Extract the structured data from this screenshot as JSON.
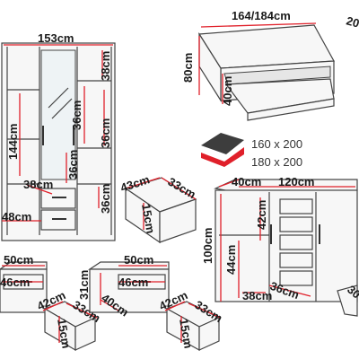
{
  "wardrobe": {
    "width": "153cm",
    "top_shelf": "38cm",
    "door_height": "144cm",
    "side_shelf": "36cm",
    "inner_shelf": "36cm",
    "drawer_width": "38cm",
    "drawer_depth": "36cm",
    "base_width": "48cm"
  },
  "drawer_detail": {
    "width": "43cm",
    "depth": "33cm",
    "height": "15cm"
  },
  "bed": {
    "width": "164/184cm",
    "length": "20",
    "height": "80cm",
    "frame_height": "40cm",
    "sizes": [
      "160 x 200",
      "180 x 200"
    ]
  },
  "sideboard": {
    "depth": "40cm",
    "width": "120cm",
    "height": "100cm",
    "shelf_height": "42cm",
    "lower_height": "44cm",
    "drawer_width": "38cm",
    "drawer_depth": "36cm",
    "extra": "30"
  },
  "nightstand_left": {
    "width": "50cm",
    "drawer_width": "46cm",
    "drawer_detail_w": "42cm",
    "drawer_detail_d": "33cm",
    "drawer_detail_h": "15cm"
  },
  "nightstand_right": {
    "width": "50cm",
    "height": "31cm",
    "depth": "40cm",
    "drawer_width": "46cm",
    "drawer_detail_w": "42cm",
    "drawer_detail_d": "33cm",
    "drawer_detail_h": "15cm"
  },
  "colors": {
    "dimension_line": "#e0202a",
    "outline": "#444444",
    "accent_fill": "#e0202a"
  }
}
